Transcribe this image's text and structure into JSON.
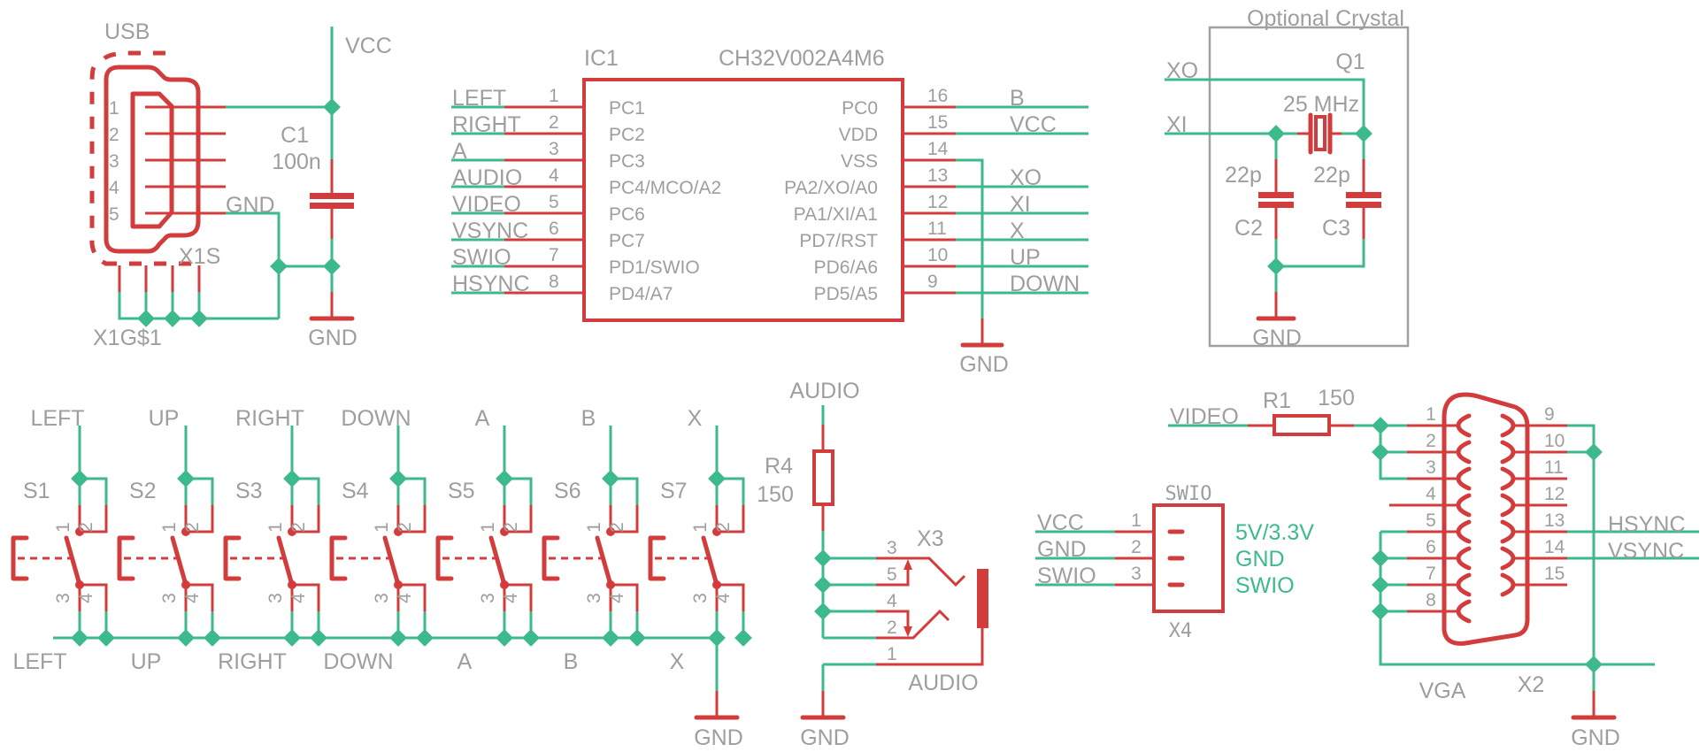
{
  "colors": {
    "wire": "#3dba8c",
    "symbol": "#d33c3c",
    "text": "#9e9e9e",
    "frame": "#a0a0a0"
  },
  "usb": {
    "label": "USB",
    "name": "X1S",
    "gnd_pins_name": "X1G$1",
    "pins": [
      "1",
      "2",
      "3",
      "4",
      "5"
    ],
    "net_vcc": "VCC",
    "net_gnd_pin5": "GND",
    "gnd_symbol": "GND"
  },
  "c1": {
    "name": "C1",
    "value": "100n"
  },
  "ic1": {
    "name": "IC1",
    "part": "CH32V002A4M6",
    "left_pins": [
      {
        "num": "1",
        "func": "PC1",
        "net": "LEFT"
      },
      {
        "num": "2",
        "func": "PC2",
        "net": "RIGHT"
      },
      {
        "num": "3",
        "func": "PC3",
        "net": "A"
      },
      {
        "num": "4",
        "func": "PC4/MCO/A2",
        "net": "AUDIO"
      },
      {
        "num": "5",
        "func": "PC6",
        "net": "VIDEO"
      },
      {
        "num": "6",
        "func": "PC7",
        "net": "VSYNC"
      },
      {
        "num": "7",
        "func": "PD1/SWIO",
        "net": "SWIO"
      },
      {
        "num": "8",
        "func": "PD4/A7",
        "net": "HSYNC"
      }
    ],
    "right_pins": [
      {
        "num": "16",
        "func": "PC0",
        "net": "B"
      },
      {
        "num": "15",
        "func": "VDD",
        "net": "VCC"
      },
      {
        "num": "14",
        "func": "VSS",
        "net": ""
      },
      {
        "num": "13",
        "func": "PA2/XO/A0",
        "net": "XO"
      },
      {
        "num": "12",
        "func": "PA1/XI/A1",
        "net": "XI"
      },
      {
        "num": "11",
        "func": "PD7/RST",
        "net": "X"
      },
      {
        "num": "10",
        "func": "PD6/A6",
        "net": "UP"
      },
      {
        "num": "9",
        "func": "PD5/A5",
        "net": "DOWN"
      }
    ],
    "gnd_symbol": "GND"
  },
  "crystal": {
    "frame_title": "Optional Crystal",
    "name": "Q1",
    "value": "25 MHz",
    "net_xo": "XO",
    "net_xi": "XI",
    "c2": {
      "name": "C2",
      "value": "22p"
    },
    "c3": {
      "name": "C3",
      "value": "22p"
    },
    "gnd_symbol": "GND"
  },
  "switches": [
    {
      "name": "S1",
      "net_top": "LEFT",
      "net_bottom": "LEFT"
    },
    {
      "name": "S2",
      "net_top": "UP",
      "net_bottom": "UP"
    },
    {
      "name": "S3",
      "net_top": "RIGHT",
      "net_bottom": "RIGHT"
    },
    {
      "name": "S4",
      "net_top": "DOWN",
      "net_bottom": "DOWN"
    },
    {
      "name": "S5",
      "net_top": "A",
      "net_bottom": "A"
    },
    {
      "name": "S6",
      "net_top": "B",
      "net_bottom": "B"
    },
    {
      "name": "S7",
      "net_top": "X",
      "net_bottom": "X"
    }
  ],
  "switch_pins": [
    "1",
    "2",
    "3",
    "4"
  ],
  "switch_gnd": "GND",
  "audio": {
    "net": "AUDIO",
    "r4": {
      "name": "R4",
      "value": "150"
    },
    "jack": {
      "name": "X3",
      "label": "AUDIO",
      "pins": [
        "3",
        "5",
        "4",
        "2",
        "1"
      ]
    },
    "gnd_symbol": "GND"
  },
  "swio_header": {
    "title": "SWIO",
    "name": "X4",
    "pins": [
      {
        "num": "1",
        "net": "VCC",
        "note": "5V/3.3V"
      },
      {
        "num": "2",
        "net": "GND",
        "note": "GND"
      },
      {
        "num": "3",
        "net": "SWIO",
        "note": "SWIO"
      }
    ]
  },
  "vga": {
    "net_video": "VIDEO",
    "r1": {
      "name": "R1",
      "value": "150"
    },
    "name": "X2",
    "label": "VGA",
    "left_pins": [
      "1",
      "2",
      "3",
      "4",
      "5",
      "6",
      "7",
      "8"
    ],
    "right_pins": [
      "9",
      "10",
      "11",
      "12",
      "13",
      "14",
      "15"
    ],
    "net_hsync": "HSYNC",
    "net_vsync": "VSYNC",
    "gnd_symbol": "GND"
  }
}
